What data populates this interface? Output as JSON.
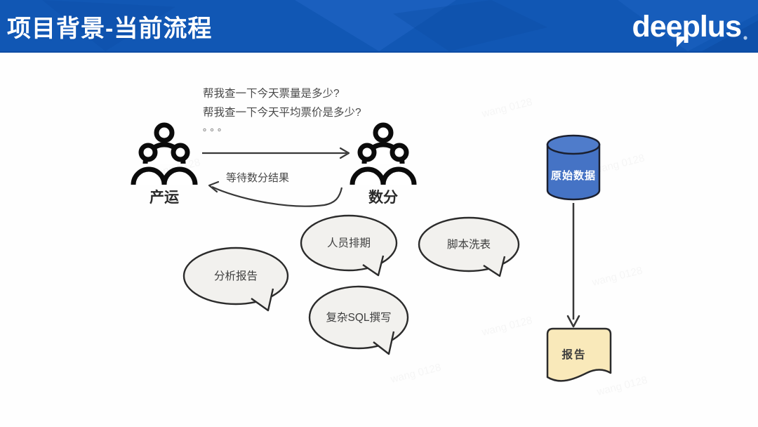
{
  "slide": {
    "header": {
      "title": "项目背景-当前流程",
      "logo_text": "deeplus",
      "background_color": "#1157b4"
    },
    "diagram": {
      "questions": [
        "帮我查一下今天票量是多少?",
        "帮我查一下今天平均票价是多少?"
      ],
      "ellipsis": "。。。",
      "actor_left": "产运",
      "actor_right": "数分",
      "return_arrow_label": "等待数分结果",
      "bubbles": [
        "分析报告",
        "人员排期",
        "脚本洗表",
        "复杂SQL撰写"
      ],
      "database_label": "原始数据",
      "report_label": "报告",
      "colors": {
        "database_fill": "#4573c5",
        "report_fill": "#f9e9ba",
        "bubble_fill": "#f2f1ee",
        "outline": "#2b2b2b",
        "header_blue": "#1157b4"
      },
      "watermark": "wang 0128"
    }
  }
}
